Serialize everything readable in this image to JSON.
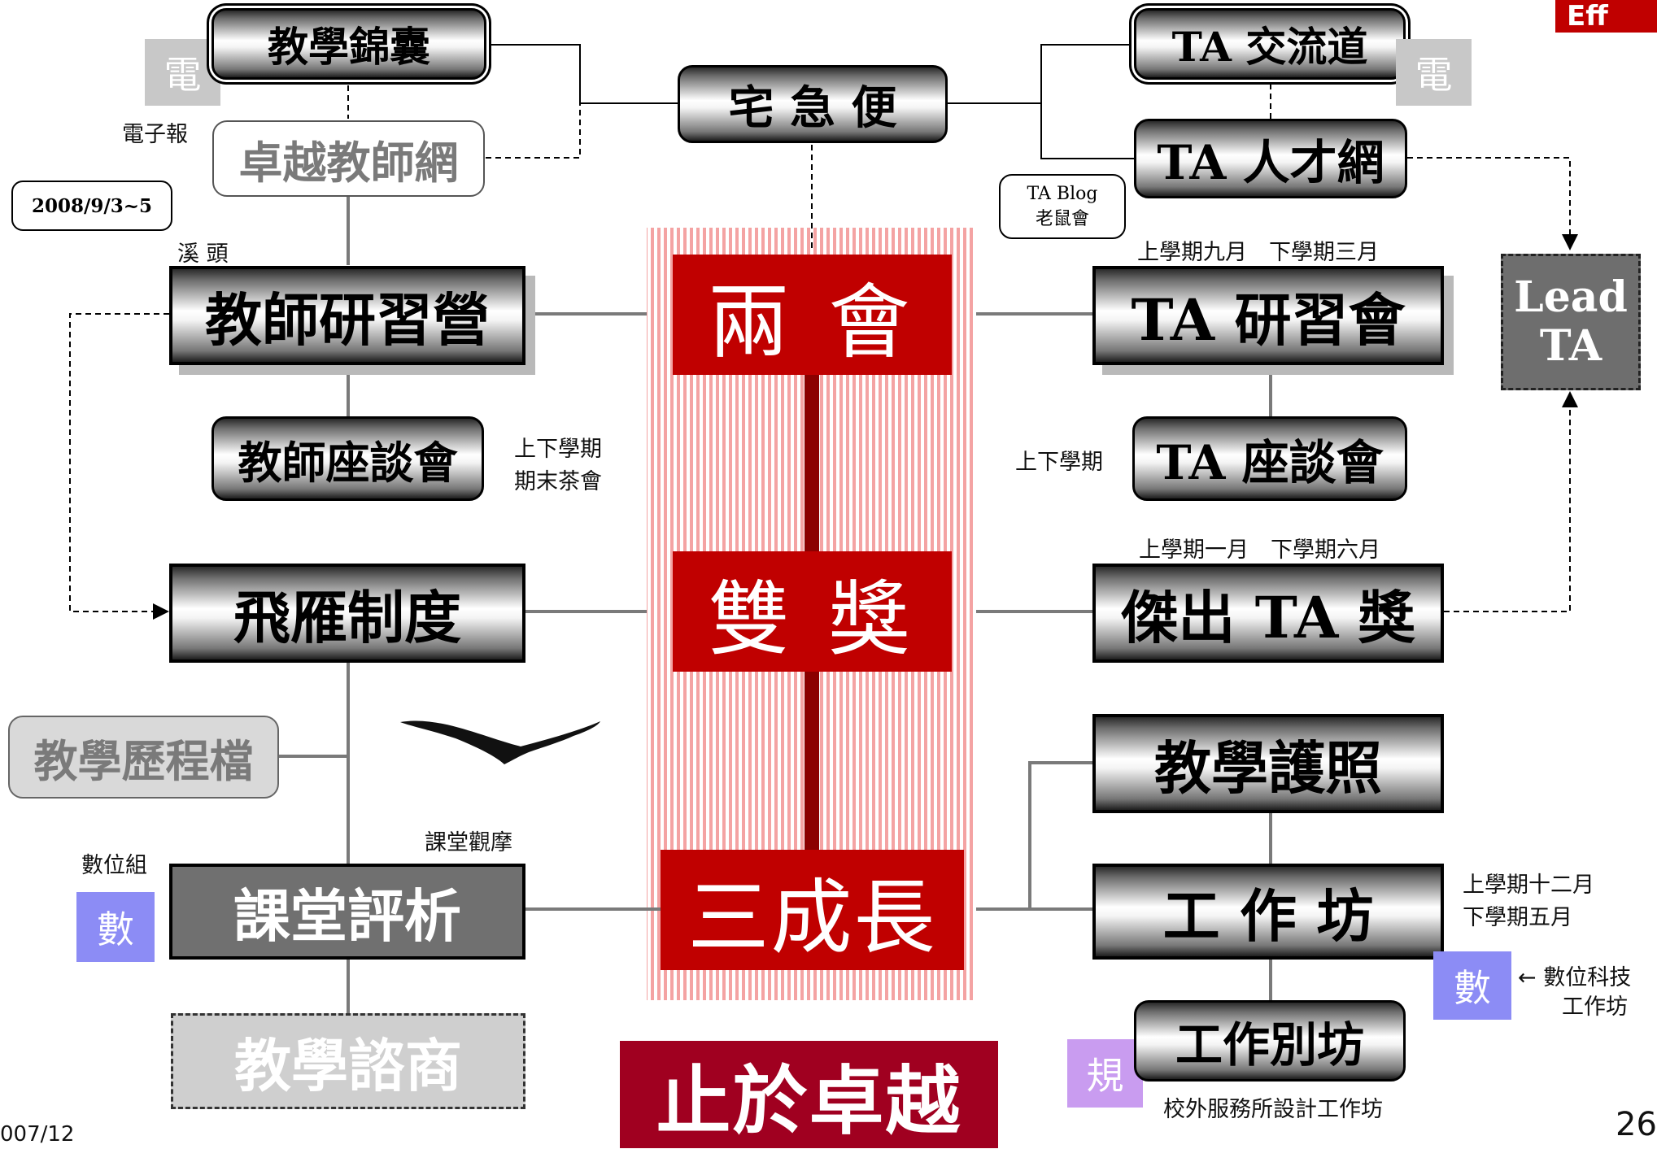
{
  "slide": {
    "corner_logo": "Eff",
    "date": "007/12",
    "page_number": "26"
  },
  "center": {
    "delivery": "宅 急 便",
    "tier1": "兩 會",
    "tier2": "雙 獎",
    "tier3": "三成長",
    "motto": "止於卓越"
  },
  "left": {
    "teaching_kit": "教學錦囊",
    "excellence_net": "卓越教師網",
    "newsletter_tag": "電",
    "newsletter_label": "電子報",
    "camp_date_callout": "2008/9/3~5",
    "camp_location": "溪 頭",
    "teacher_camp": "教師研習營",
    "teacher_forum": "教師座談會",
    "forum_note_1": "上下學期",
    "forum_note_2": "期末茶會",
    "flying_geese": "飛雁制度",
    "portfolio": "教學歷程檔",
    "observation_label": "課堂觀摩",
    "digital_group": "數位組",
    "digital_tag": "數",
    "classroom_analysis": "課堂評析",
    "consultation": "教學諮商"
  },
  "right": {
    "ta_forum_road": "TA 交流道",
    "ta_net": "TA 人才網",
    "newsletter_tag": "電",
    "blog_callout_1": "TA Blog",
    "blog_callout_2": "老鼠會",
    "camp_schedule": "上學期九月　下學期三月",
    "ta_camp": "TA 研習會",
    "lead_ta_1": "Lead",
    "lead_ta_2": "TA",
    "forum_schedule": "上下學期",
    "ta_forum": "TA 座談會",
    "award_schedule": "上學期一月　下學期六月",
    "ta_award": "傑出 TA 獎",
    "teaching_license": "教學護照",
    "workshop": "工 作 坊",
    "workshop_note_1": "上學期十二月",
    "workshop_note_2": "下學期五月",
    "digital_tag": "數",
    "digital_workshop_1": "← 數位科技",
    "digital_workshop_2": "工作坊",
    "special_workshop": "工作別坊",
    "rule_tag": "規",
    "special_workshop_note": "校外服務所設計工作坊"
  },
  "colors": {
    "core_red": "#c00000",
    "spine_dark_red": "#8b0000",
    "motto_red": "#a00020",
    "digital_blue": "#8c8cf5",
    "rule_purple": "#c99cf0",
    "newsletter_gray": "#c8c8c8",
    "analysis_gray": "#707070",
    "lead_ta_gray": "#6e6e6e"
  }
}
